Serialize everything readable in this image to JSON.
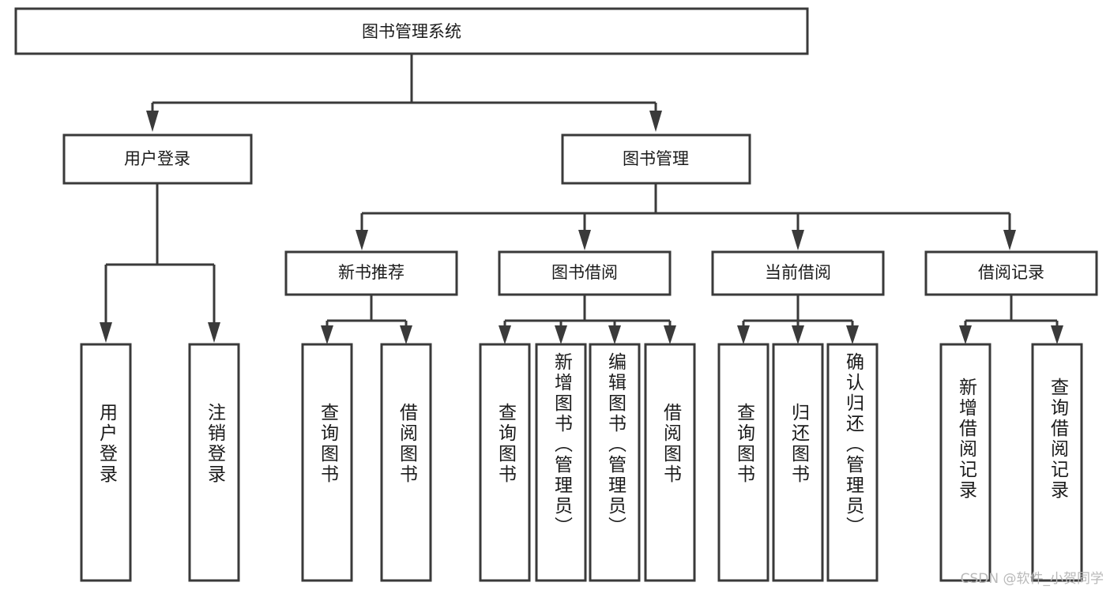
{
  "diagram": {
    "type": "tree-hierarchy-chart",
    "title": "图书管理系统",
    "background_color": "#ffffff",
    "box_stroke_color": "#3a3a3a",
    "text_color": "#1b1b1b",
    "root": {
      "label": "图书管理系统"
    },
    "level1": [
      {
        "label": "用户登录"
      },
      {
        "label": "图书管理"
      }
    ],
    "level2": [
      {
        "label": "新书推荐"
      },
      {
        "label": "图书借阅"
      },
      {
        "label": "当前借阅"
      },
      {
        "label": "借阅记录"
      }
    ],
    "leaves": {
      "user_login": [
        {
          "label": "用户登录"
        },
        {
          "label": "注销登录"
        }
      ],
      "new_book_recommend": [
        {
          "label": "查询图书"
        },
        {
          "label": "借阅图书"
        }
      ],
      "book_borrow": [
        {
          "label": "查询图书"
        },
        {
          "label": "新增图书（管理员）"
        },
        {
          "label": "编辑图书（管理员）"
        },
        {
          "label": "借阅图书"
        }
      ],
      "current_borrow": [
        {
          "label": "查询图书"
        },
        {
          "label": "归还图书"
        },
        {
          "label": "确认归还（管理员）"
        }
      ],
      "borrow_record": [
        {
          "label": "新增借阅记录"
        },
        {
          "label": "查询借阅记录"
        }
      ]
    },
    "watermark": "CSDN @软件_小贺同学"
  }
}
